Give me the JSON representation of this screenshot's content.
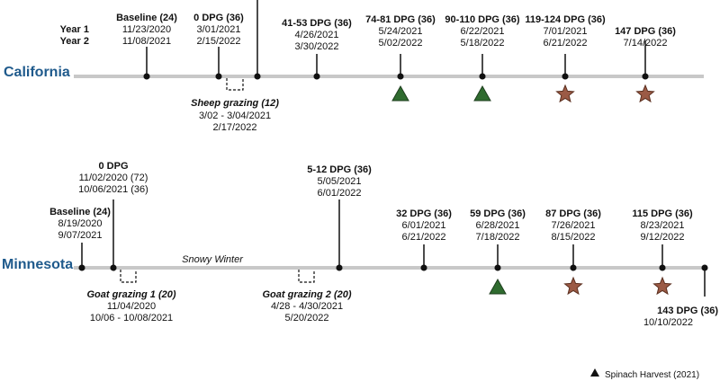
{
  "rows": {
    "year_labels": [
      "Year 1",
      "Year 2"
    ],
    "california": {
      "name": "California",
      "events": [
        {
          "title": "Baseline (24)",
          "lines": [
            "11/23/2020",
            "11/08/2021"
          ]
        },
        {
          "title": "0 DPG (36)",
          "lines": [
            "3/01/2021",
            "2/15/2022"
          ]
        },
        {
          "title": "41-53 DPG (36)",
          "lines": [
            "4/26/2021",
            "3/30/2022"
          ]
        },
        {
          "title": "74-81 DPG (36)",
          "lines": [
            "5/24/2021",
            "5/02/2022"
          ]
        },
        {
          "title": "90-110 DPG (36)",
          "lines": [
            "6/22/2021",
            "5/18/2022"
          ]
        },
        {
          "title": "119-124 DPG (36)",
          "lines": [
            "7/01/2021",
            "6/21/2022"
          ]
        },
        {
          "title": "147 DPG (36)",
          "lines": [
            "7/14/2022"
          ]
        }
      ],
      "grazing": [
        {
          "title": "Sheep grazing (12)",
          "lines": [
            "3/02 - 3/04/2021",
            "2/17/2022"
          ]
        }
      ]
    },
    "minnesota": {
      "name": "Minnesota",
      "annotation": "Snowy Winter",
      "events": [
        {
          "title": "Baseline (24)",
          "lines": [
            "8/19/2020",
            "9/07/2021"
          ]
        },
        {
          "title": "0 DPG",
          "lines": [
            "11/02/2020 (72)",
            "10/06/2021 (36)"
          ]
        },
        {
          "title": "5-12 DPG (36)",
          "lines": [
            "5/05/2021",
            "6/01/2022"
          ]
        },
        {
          "title": "32 DPG (36)",
          "lines": [
            "6/01/2021",
            "6/21/2022"
          ]
        },
        {
          "title": "59 DPG (36)",
          "lines": [
            "6/28/2021",
            "7/18/2022"
          ]
        },
        {
          "title": "87 DPG (36)",
          "lines": [
            "7/26/2021",
            "8/15/2022"
          ]
        },
        {
          "title": "115 DPG (36)",
          "lines": [
            "8/23/2021",
            "9/12/2022"
          ]
        },
        {
          "title": "143 DPG (36)",
          "lines": [
            "10/10/2022"
          ]
        }
      ],
      "grazing": [
        {
          "title": "Goat grazing 1 (20)",
          "lines": [
            "11/04/2020",
            "10/06 - 10/08/2021"
          ]
        },
        {
          "title": "Goat grazing 2 (20)",
          "lines": [
            "4/28 - 4/30/2021",
            "5/20/2022"
          ]
        }
      ]
    }
  },
  "legend": {
    "harvest_label": "Spinach Harvest (2021)"
  },
  "colors": {
    "axis": "#c8c8c8",
    "state_text": "#1f5a8c",
    "triangle": "#2f6b2f",
    "star": "#9b5a45"
  },
  "icons": [
    "green-triangle-icon",
    "brown-star-icon"
  ]
}
